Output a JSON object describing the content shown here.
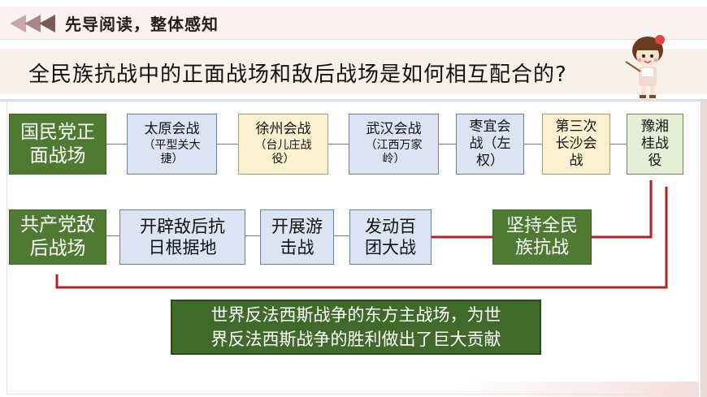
{
  "header": {
    "title": "先导阅读，整体感知"
  },
  "question": "全民族抗战中的正面战场和敌后战场是如何相互配合的?",
  "front": {
    "label": [
      "国民党正",
      "面战场"
    ],
    "battles": [
      {
        "main": "太原会战",
        "sub": [
          "（平型关大",
          "捷）"
        ]
      },
      {
        "main": "徐州会战",
        "sub": [
          "（台儿庄战",
          "役）"
        ]
      },
      {
        "main": "武汉会战",
        "sub": [
          "（江西万家",
          "岭）"
        ]
      },
      {
        "main": "枣宜会",
        "sub": [
          "战（左",
          "权）"
        ]
      },
      {
        "main": "第三次",
        "sub": [
          "长沙会",
          "战"
        ]
      },
      {
        "main": "豫湘",
        "sub": [
          "桂战",
          "役"
        ]
      }
    ]
  },
  "rear": {
    "label": [
      "共产党敌",
      "后战场"
    ],
    "items": [
      [
        "开辟敌后抗",
        "日根据地"
      ],
      [
        "开展游",
        "击战"
      ],
      [
        "发动百",
        "团大战"
      ],
      [
        "坚持全民",
        "族抗战"
      ]
    ]
  },
  "conclusion": [
    "世界反法西斯战争的东方主战场，为世",
    "界反法西斯战争的胜利做出了巨大贡献"
  ],
  "colors": {
    "dark_green": "#4e7a32",
    "blue": "#dbe4f3",
    "yellow": "#fbf0cf",
    "red": "#b0222a"
  },
  "icons": {
    "header": "triple-arrow-icon",
    "mascot": "girl-with-pointer-illustration"
  }
}
